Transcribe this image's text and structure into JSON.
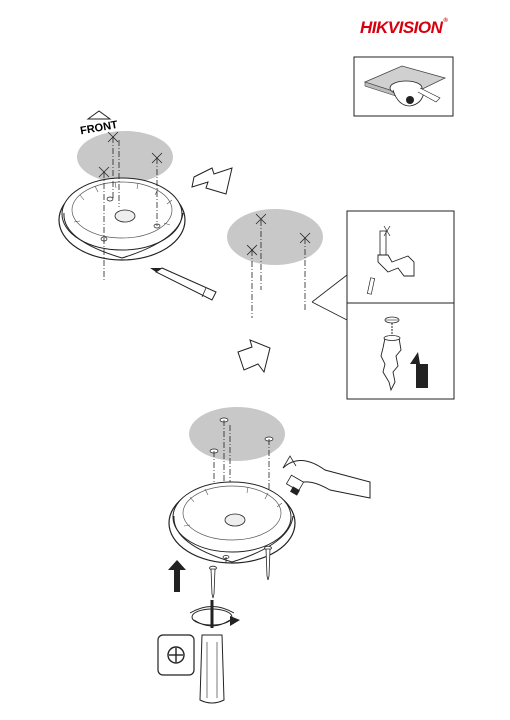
{
  "brand": {
    "logo_text_red": "HIK",
    "logo_text_rest": "VISION",
    "logo_mark": "®"
  },
  "step1": {
    "orientation_label": "FRONT"
  },
  "colors": {
    "brand_red": "#d7000f",
    "ceiling_gray": "#c8c8c8",
    "line": "#222222"
  }
}
